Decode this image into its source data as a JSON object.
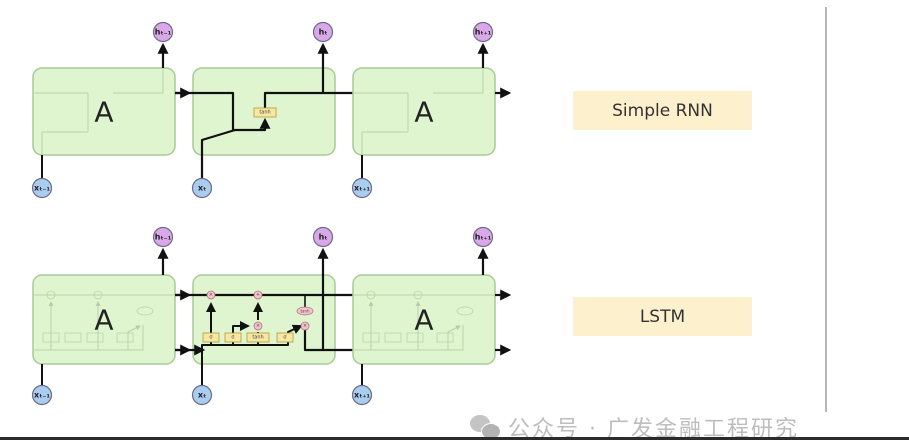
{
  "labels": {
    "simple_rnn": "Simple RNN",
    "lstm": "LSTM"
  },
  "cell_letter": "A",
  "rows": [
    {
      "name": "simple-rnn",
      "hidden_outputs": [
        "hₜ₋₁",
        "hₜ",
        "hₜ₊₁"
      ],
      "inputs": [
        "xₜ₋₁",
        "xₜ",
        "xₜ₊₁"
      ],
      "expanded_cell_ops": [
        "tanh"
      ]
    },
    {
      "name": "lstm",
      "hidden_outputs": [
        "hₜ₋₁",
        "hₜ",
        "hₜ₊₁"
      ],
      "inputs": [
        "xₜ₋₁",
        "xₜ",
        "xₜ₊₁"
      ],
      "expanded_cell_gates": [
        "σ",
        "σ",
        "tanh",
        "σ"
      ],
      "expanded_cell_pointwise": [
        "×",
        "+",
        "×",
        "×",
        "tanh"
      ]
    }
  ],
  "watermark": "公众号 · 广发金融工程研究",
  "colors": {
    "cell_fill": "#dff5cf",
    "cell_stroke": "#a9c99a",
    "hidden_fill": "#d9a8e8",
    "input_fill": "#a9cdef",
    "gate_fill": "#f7e7a3",
    "pointwise_fill": "#f2c4cf",
    "label_fill": "#fdf0cc"
  }
}
